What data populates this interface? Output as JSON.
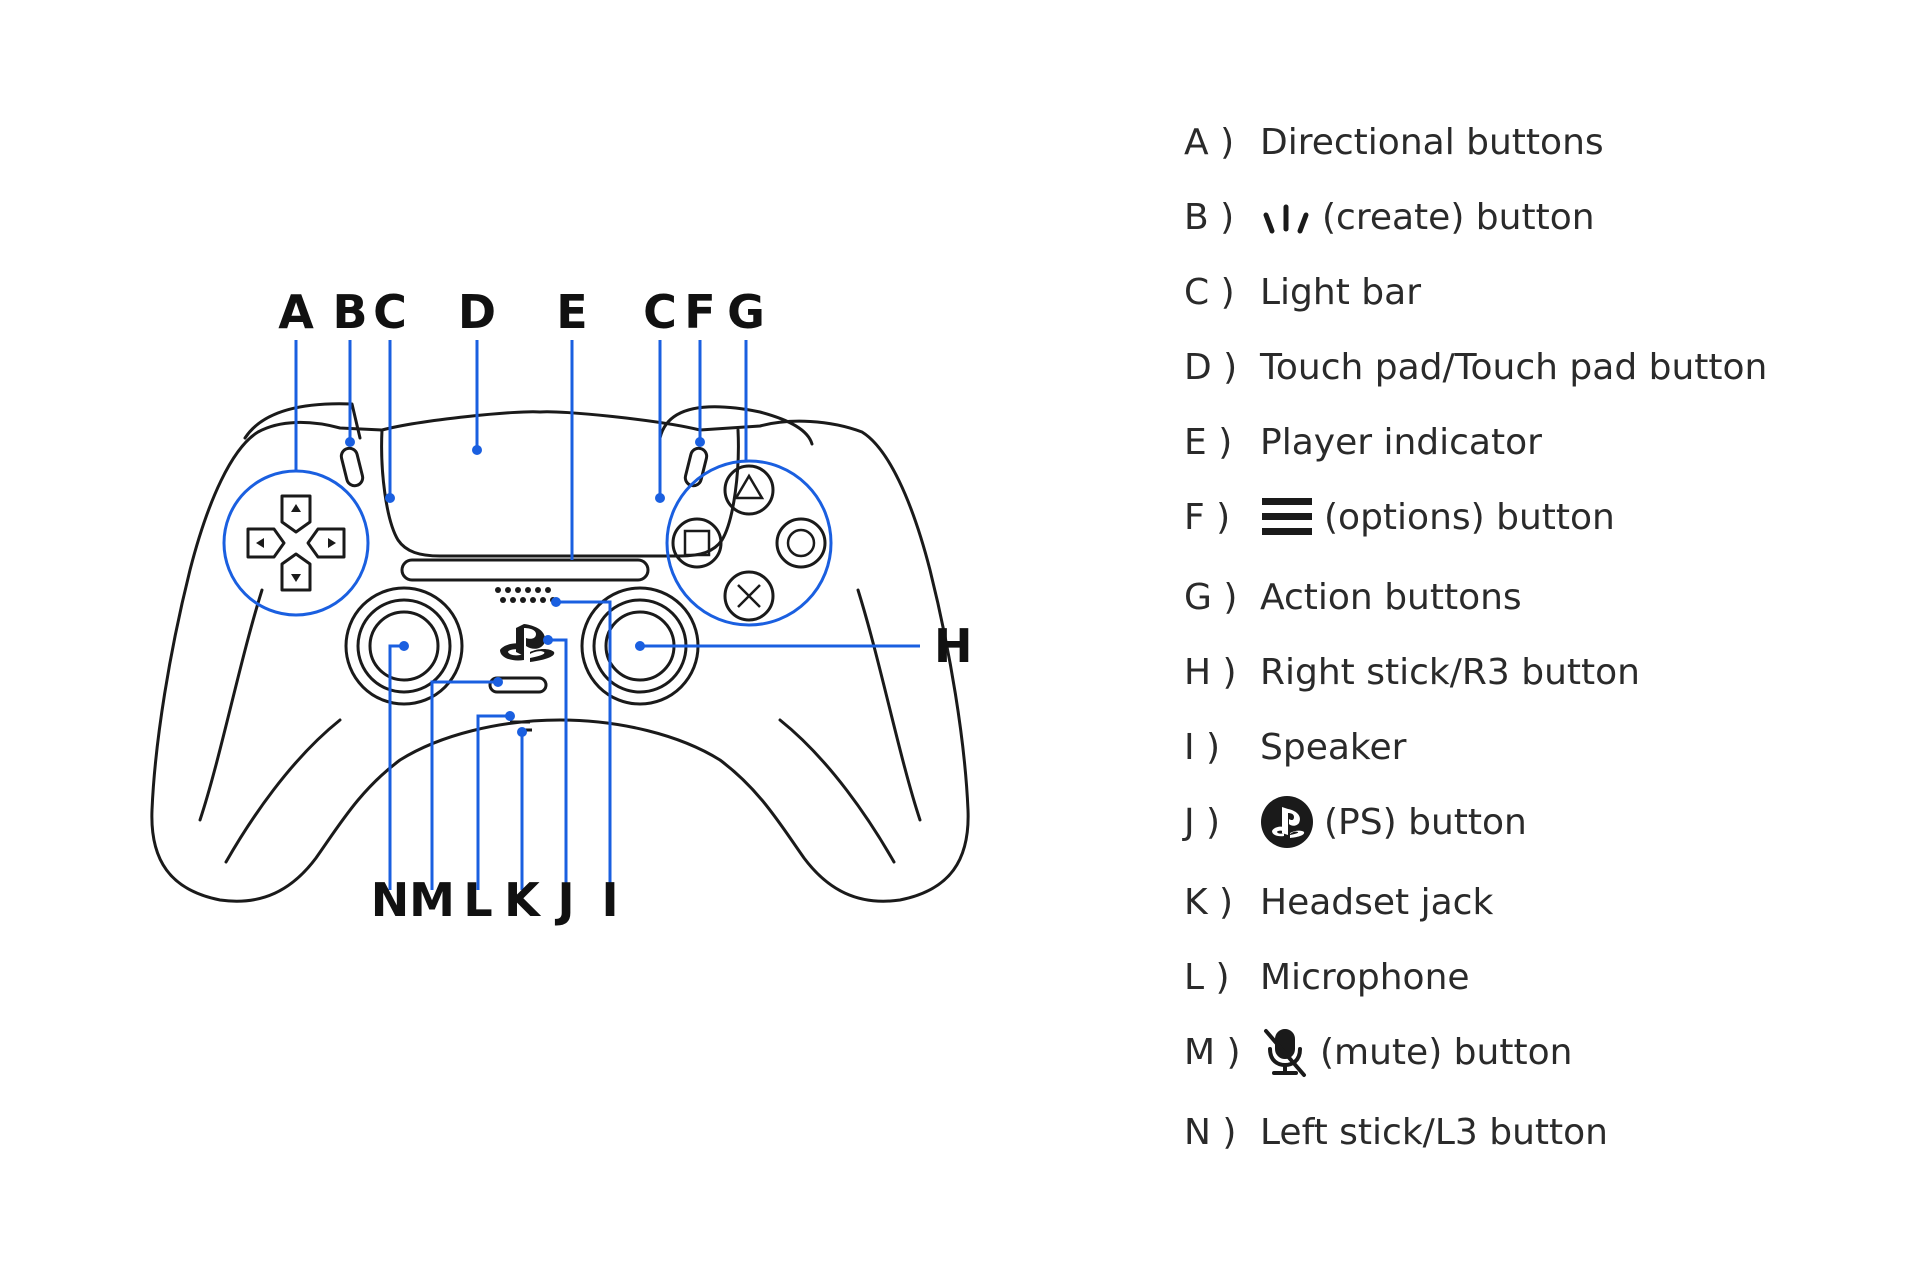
{
  "diagram": {
    "callouts_top": [
      "A",
      "B",
      "C",
      "D",
      "E",
      "C",
      "F",
      "G"
    ],
    "callout_right": "H",
    "callouts_bottom": [
      "N",
      "M",
      "L",
      "K",
      "J",
      "I"
    ]
  },
  "legend": [
    {
      "key": "A )",
      "label": "Directional buttons",
      "icon": null
    },
    {
      "key": "B )",
      "label": "(create) button",
      "icon": "create-icon"
    },
    {
      "key": "C )",
      "label": "Light bar",
      "icon": null
    },
    {
      "key": "D )",
      "label": "Touch pad/Touch pad button",
      "icon": null
    },
    {
      "key": "E )",
      "label": "Player indicator",
      "icon": null
    },
    {
      "key": "F )",
      "label": "(options) button",
      "icon": "options-icon"
    },
    {
      "key": "G )",
      "label": "Action buttons",
      "icon": null
    },
    {
      "key": "H )",
      "label": "Right stick/R3 button",
      "icon": null
    },
    {
      "key": "I )",
      "label": "Speaker",
      "icon": null
    },
    {
      "key": "J )",
      "label": "(PS) button",
      "icon": "ps-icon"
    },
    {
      "key": "K )",
      "label": "Headset jack",
      "icon": null
    },
    {
      "key": "L )",
      "label": "Microphone",
      "icon": null
    },
    {
      "key": "M )",
      "label": "(mute) button",
      "icon": "mute-icon"
    },
    {
      "key": "N )",
      "label": "Left stick/L3 button",
      "icon": null
    }
  ],
  "colors": {
    "leader": "#1a5fe0",
    "outline": "#1a1a1a",
    "text": "#2a2a2a"
  }
}
